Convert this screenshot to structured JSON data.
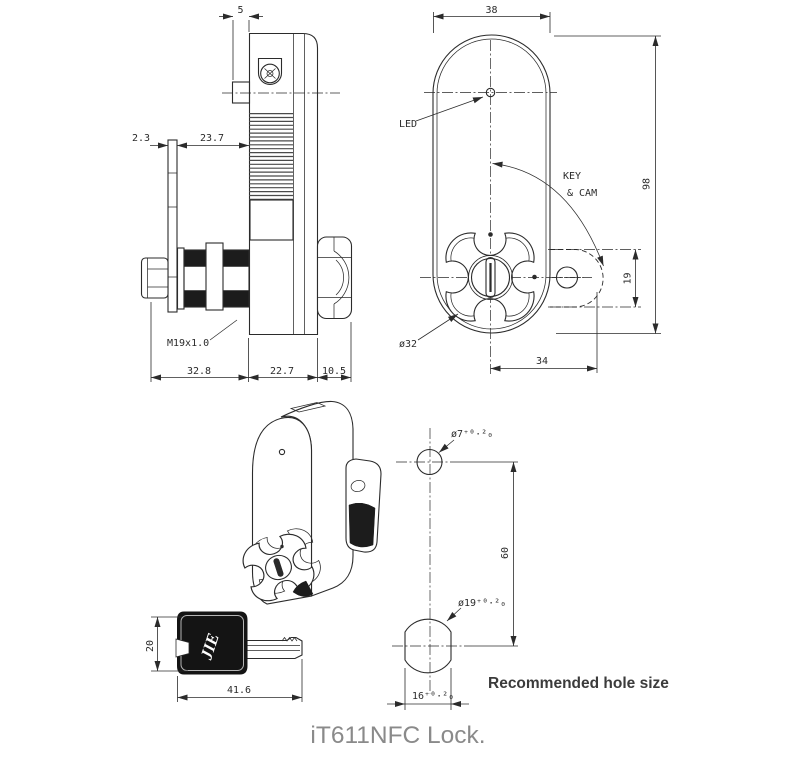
{
  "caption": "iT611NFC Lock.",
  "side_view": {
    "dim_top_width": "5",
    "dim_cam_thickness": "2.3",
    "dim_body_front": "23.7",
    "thread_spec": "M19x1.0",
    "dim_thread_len": "32.8",
    "dim_body_depth": "22.7",
    "dim_knob_depth": "10.5"
  },
  "front_view": {
    "dim_width": "38",
    "dim_height": "98",
    "dim_cam_offset": "19",
    "dim_center_to_cam": "34",
    "led_label": "LED",
    "key_label": "KEY",
    "cam_label": "& CAM",
    "knob_dia": "ø32"
  },
  "key_view": {
    "dim_head_height": "20",
    "dim_length": "41.6",
    "logo": "JIE"
  },
  "holes_view": {
    "small_hole_dia": "ø7⁺⁰·²₀",
    "dim_spacing": "60",
    "big_hole_dia": "ø19⁺⁰·²₀",
    "dim_flat_width": "16⁺⁰·²₀",
    "note": "Recommended hole size"
  },
  "colors": {
    "line": "#2b2b2b",
    "caption": "#8a8a8a"
  }
}
